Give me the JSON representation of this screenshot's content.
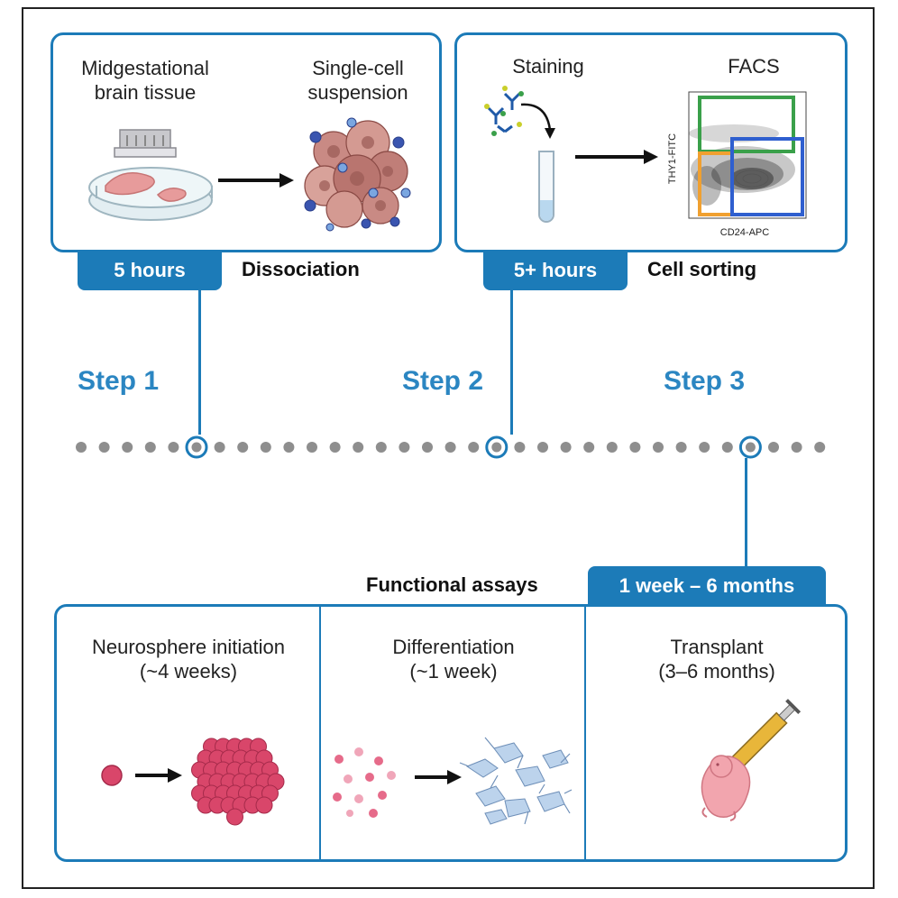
{
  "step1": {
    "tissue_label_1": "Midgestational",
    "tissue_label_2": "brain tissue",
    "suspension_label_1": "Single-cell",
    "suspension_label_2": "suspension",
    "time": "5 hours",
    "name": "Dissociation"
  },
  "step2": {
    "staining_label": "Staining",
    "facs_label": "FACS",
    "y_axis": "THY1-FITC",
    "x_axis": "CD24-APC",
    "time": "5+ hours",
    "name": "Cell sorting"
  },
  "timeline": {
    "step1": "Step 1",
    "step2": "Step 2",
    "step3": "Step 3"
  },
  "assays": {
    "heading": "Functional assays",
    "time": "1 week – 6 months",
    "neuro_1": "Neurosphere initiation",
    "neuro_2": "(~4 weeks)",
    "diff_1": "Differentiation",
    "diff_2": "(~1 week)",
    "trans_1": "Transplant",
    "trans_2": "(3–6 months)"
  },
  "colors": {
    "accent": "#1c7bb8",
    "step_text": "#2b86c2",
    "dot": "#8e8e8e",
    "gate_green": "#3aa04a",
    "gate_orange": "#f0a030",
    "gate_blue": "#2f5fcf",
    "sphere_pink": "#d9466a"
  }
}
